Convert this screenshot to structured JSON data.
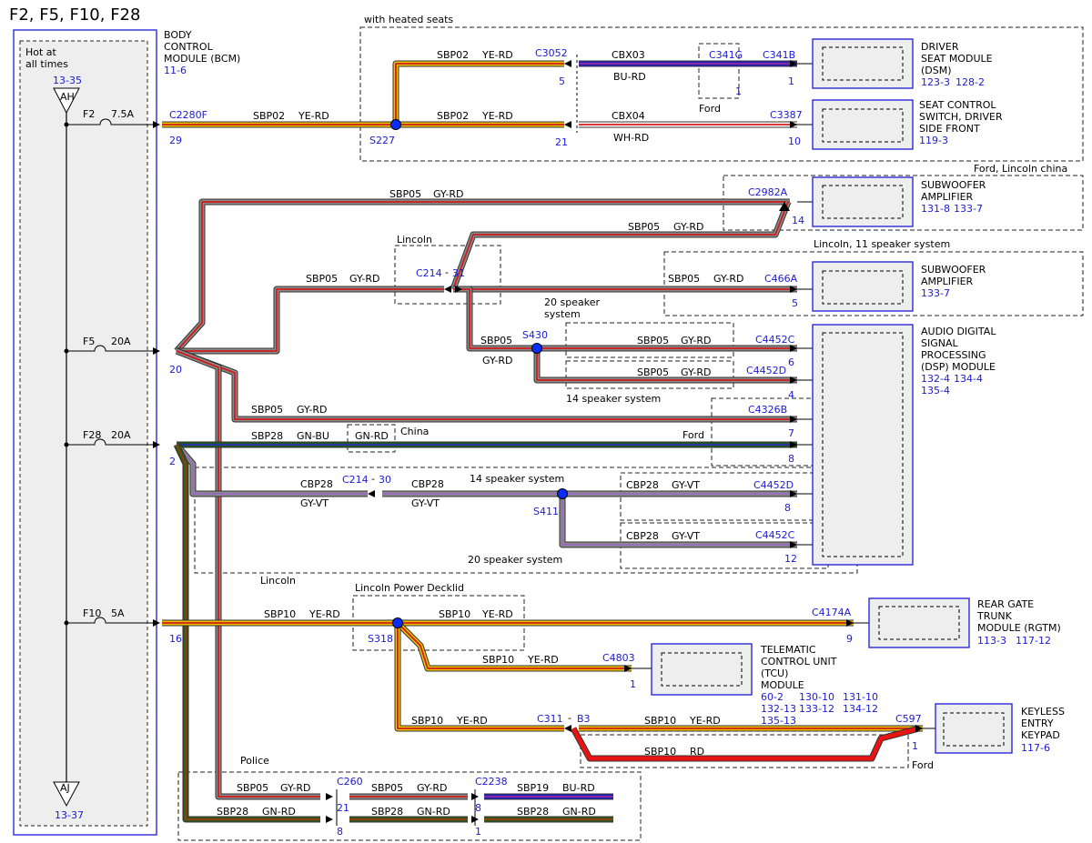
{
  "page_title": "F2, F5, F10, F28",
  "colors": {
    "ye_rd": [
      "#e8c200",
      "#d21b1b"
    ],
    "gy_rd": [
      "#8a8a8a",
      "#d21b1b"
    ],
    "gn_bu": [
      "#1f5a1f",
      "#2c2cb8"
    ],
    "gn_rd": [
      "#2f5a1a",
      "#9a3a10"
    ],
    "gy_vt": [
      "#8a8a8a",
      "#9b6ac3"
    ],
    "bu_rd": [
      "#2222bb",
      "#9a2aa0"
    ],
    "wh_rd": [
      "#ffffff",
      "#d21b1b"
    ],
    "rd": [
      "#e81414",
      "#e81414"
    ],
    "connector_blue": "#1a1ad6",
    "splice_fill": "#0a2cff",
    "module_fill": "#eeeeee"
  },
  "bcm": {
    "name_lines": [
      "BODY",
      "CONTROL",
      "MODULE (BCM)"
    ],
    "ref": "11-6",
    "hot_lines": [
      "Hot at",
      "all times"
    ],
    "top_ref": "13-35",
    "top_tag": "AH",
    "bottom_tag": "AJ",
    "bottom_ref": "13-37"
  },
  "fuses": [
    {
      "id": "F2",
      "rating": "7.5A",
      "connector": "C2280F",
      "pin": "29"
    },
    {
      "id": "F5",
      "rating": "20A",
      "pin": "20"
    },
    {
      "id": "F28",
      "rating": "20A",
      "pin": "2"
    },
    {
      "id": "F10",
      "rating": "5A",
      "pin": "16"
    }
  ],
  "circuits": {
    "sbp02": "SBP02",
    "ye_rd": "YE-RD",
    "cbx03": "CBX03",
    "bu_rd": "BU-RD",
    "cbx04": "CBX04",
    "wh_rd": "WH-RD",
    "sbp05": "SBP05",
    "gy_rd": "GY-RD",
    "sbp28": "SBP28",
    "gn_bu": "GN-BU",
    "gn_rd": "GN-RD",
    "cbp28": "CBP28",
    "gy_vt": "GY-VT",
    "sbp10": "SBP10",
    "rd": "RD",
    "sbp19": "SBP19"
  },
  "zones": {
    "heated_seats": "with heated seats",
    "ford": "Ford",
    "ford_lincoln_china": "Ford, Lincoln china",
    "lincoln": "Lincoln",
    "lincoln_11": "Lincoln, 11 speaker system",
    "s20_a": "20 speaker",
    "s20_b": "system",
    "s14": "14 speaker system",
    "s20": "20 speaker system",
    "china": "China",
    "decklid": "Lincoln Power Decklid",
    "police": "Police"
  },
  "splices": [
    "S227",
    "S430",
    "S411",
    "S318"
  ],
  "connectors": {
    "c3052": "C3052",
    "c341g": "C341G",
    "c341b": "C341B",
    "c3387": "C3387",
    "c2982a": "C2982A",
    "c214": "C214",
    "c466a": "C466A",
    "c4452c": "C4452C",
    "c4452d": "C4452D",
    "c4326b": "C4326B",
    "c4174a": "C4174A",
    "c4803": "C4803",
    "c311": "C311",
    "b3": "B3",
    "c597": "C597",
    "c260": "C260",
    "c2238": "C2238"
  },
  "pins": {
    "p5": "5",
    "p1": "1",
    "p21": "21",
    "p10": "10",
    "p14": "14",
    "p31": "31",
    "p6": "6",
    "p4": "4",
    "p7": "7",
    "p8": "8",
    "p30": "30",
    "p12": "12",
    "p9": "9",
    "dash": "-"
  },
  "modules": {
    "dsm": {
      "lines": [
        "DRIVER",
        "SEAT MODULE",
        "(DSM)"
      ],
      "refs": [
        "123-3",
        "128-2"
      ]
    },
    "scs": {
      "lines": [
        "SEAT CONTROL",
        "SWITCH, DRIVER",
        "SIDE FRONT"
      ],
      "refs": [
        "119-3"
      ]
    },
    "sub1": {
      "lines": [
        "SUBWOOFER",
        "AMPLIFIER"
      ],
      "refs": [
        "131-8",
        "133-7"
      ]
    },
    "sub2": {
      "lines": [
        "SUBWOOFER",
        "AMPLIFIER"
      ],
      "refs": [
        "133-7"
      ]
    },
    "dsp": {
      "lines": [
        "AUDIO DIGITAL",
        "SIGNAL",
        "PROCESSING",
        "(DSP) MODULE"
      ],
      "refs": [
        "132-4",
        "134-4",
        "135-4"
      ]
    },
    "rgtm": {
      "lines": [
        "REAR GATE",
        "TRUNK",
        "MODULE (RGTM)"
      ],
      "refs": [
        "113-3",
        "117-12"
      ]
    },
    "tcu": {
      "lines": [
        "TELEMATIC",
        "CONTROL UNIT",
        "(TCU)",
        "MODULE"
      ],
      "refs": [
        "60-2",
        "130-10",
        "131-10",
        "132-13",
        "133-12",
        "134-12",
        "135-13"
      ]
    },
    "kek": {
      "lines": [
        "KEYLESS",
        "ENTRY",
        "KEYPAD"
      ],
      "refs": [
        "117-6"
      ]
    }
  }
}
